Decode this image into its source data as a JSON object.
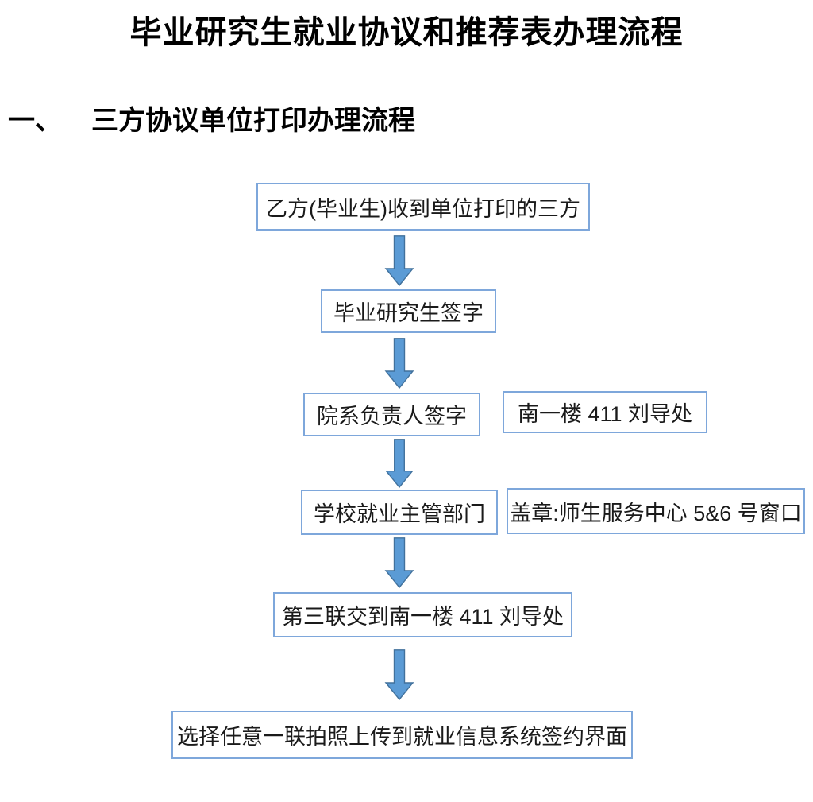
{
  "page": {
    "title": "毕业研究生就业协议和推荐表办理流程",
    "section": {
      "number": "一、",
      "heading": "三方协议单位打印办理流程"
    }
  },
  "flow": {
    "type": "flowchart",
    "direction": "top-down",
    "connector": "down-arrow",
    "steps": [
      {
        "id": 1,
        "label": "乙方(毕业生)收到单位打印的三方"
      },
      {
        "id": 2,
        "label": "毕业研究生签字"
      },
      {
        "id": 3,
        "label": "院系负责人签字",
        "note": "南一楼 411 刘导处"
      },
      {
        "id": 4,
        "label": "学校就业主管部门",
        "note": "盖章:师生服务中心 5&6 号窗口"
      },
      {
        "id": 5,
        "label": "第三联交到南一楼 411 刘导处"
      },
      {
        "id": 6,
        "label": "选择任意一联拍照上传到就业信息系统签约界面"
      }
    ],
    "colors": {
      "box_border": "#7EA7DB",
      "arrow_fill": "#5B9BD5",
      "arrow_stroke": "#41719C",
      "text": "#1a1a1a"
    }
  }
}
